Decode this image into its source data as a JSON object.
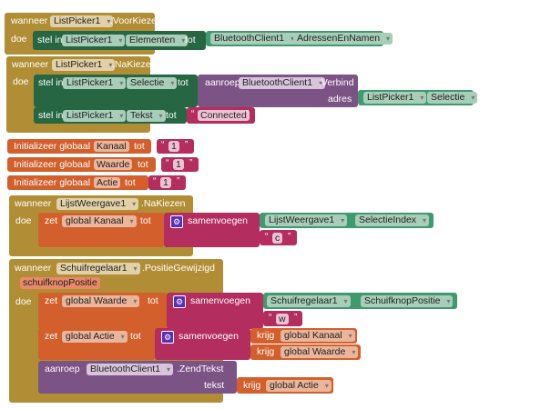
{
  "block1": {
    "when": "wanneer",
    "component": "ListPicker1",
    "event": ".VoorKiezen",
    "do": "doe",
    "set": "stel in",
    "set_component": "ListPicker1",
    "set_prop": "Elementen",
    "to": "tot",
    "value_component": "BluetoothClient1",
    "value_prop": "AdressenEnNamen"
  },
  "block2": {
    "when": "wanneer",
    "component": "ListPicker1",
    "event": ".NaKiezen",
    "do": "doe",
    "set1": {
      "set": "stel in",
      "component": "ListPicker1",
      "prop": "Selectie",
      "to": "tot",
      "call": "aanroep",
      "call_component": "BluetoothClient1",
      "method": ".Verbind",
      "arg": "adres",
      "arg_component": "ListPicker1",
      "arg_prop": "Selectie"
    },
    "set2": {
      "set": "stel in",
      "component": "ListPicker1",
      "prop": "Tekst",
      "to": "tot",
      "text": "Connected"
    }
  },
  "globals": [
    {
      "label": "Initializeer globaal",
      "name": "Kanaal",
      "to": "tot",
      "value": "1"
    },
    {
      "label": "Initializeer globaal",
      "name": "Waarde",
      "to": "tot",
      "value": "1"
    },
    {
      "label": "Initializeer globaal",
      "name": "Actie",
      "to": "tot",
      "value": "1"
    }
  ],
  "block3": {
    "when": "wanneer",
    "component": "LijstWeergave1",
    "event": ".NaKiezen",
    "do": "doe",
    "set": "zet",
    "var": "global Kanaal",
    "to": "tot",
    "join": "samenvoegen",
    "join_component": "LijstWeergave1",
    "join_prop": "SelectieIndex",
    "join_text": "c"
  },
  "block4": {
    "when": "wanneer",
    "component": "Schuifregelaar1",
    "event": ".PositieGewijzigd",
    "param": "schuifknopPositie",
    "do": "doe",
    "set1": {
      "set": "zet",
      "var": "global Waarde",
      "to": "tot",
      "join": "samenvoegen",
      "component": "Schuifregelaar1",
      "prop": "SchuifknopPositie",
      "text": "w"
    },
    "set2": {
      "set": "zet",
      "var": "global Actie",
      "to": "tot",
      "join": "samenvoegen",
      "get1": "krijg",
      "var1": "global Kanaal",
      "get2": "krijg",
      "var2": "global Waarde"
    },
    "call": {
      "call": "aanroep",
      "component": "BluetoothClient1",
      "method": ".ZendTekst",
      "arg": "tekst",
      "get": "krijg",
      "var": "global Actie"
    }
  }
}
